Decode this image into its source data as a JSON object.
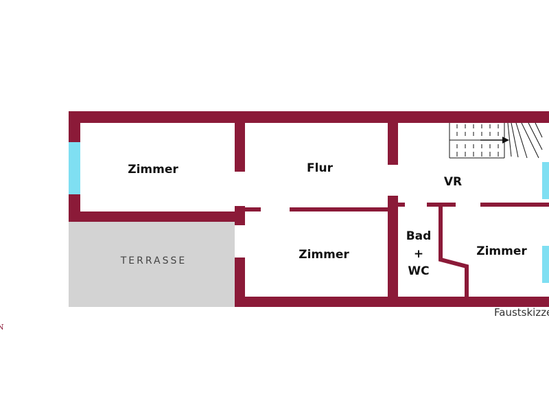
{
  "colors": {
    "wall": "#8b1a38",
    "window": "#7fdff2",
    "terrace": "#d3d3d3",
    "floor": "#ffffff",
    "text": "#111111"
  },
  "rooms": {
    "zimmer_nw": "Zimmer",
    "flur": "Flur",
    "vr": "VR",
    "zimmer_center": "Zimmer",
    "bad_line1": "Bad",
    "bad_line2": "+",
    "bad_line3": "WC",
    "zimmer_east": "Zimmer"
  },
  "terrace": {
    "label": "TERRASSE"
  },
  "caption": "Faustskizze",
  "edge_mark": "N",
  "stairs": {
    "icon": "staircase-icon",
    "direction": "arrow-right-icon"
  }
}
